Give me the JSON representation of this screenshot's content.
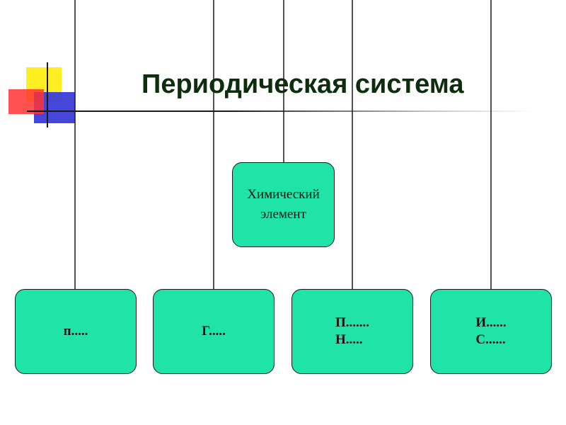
{
  "title": "Периодическая система",
  "center": {
    "line1": "Химический",
    "line2": "элемент"
  },
  "leaves": [
    {
      "line1": "п....."
    },
    {
      "line1": "Г....."
    },
    {
      "line1": "П.......",
      "line2": "Н....."
    },
    {
      "line1": "И......",
      "line2": "С......"
    }
  ],
  "colors": {
    "box_fill": "#1fe3a7",
    "title": "#0d2e0d",
    "connector": "#1a1a1a"
  }
}
